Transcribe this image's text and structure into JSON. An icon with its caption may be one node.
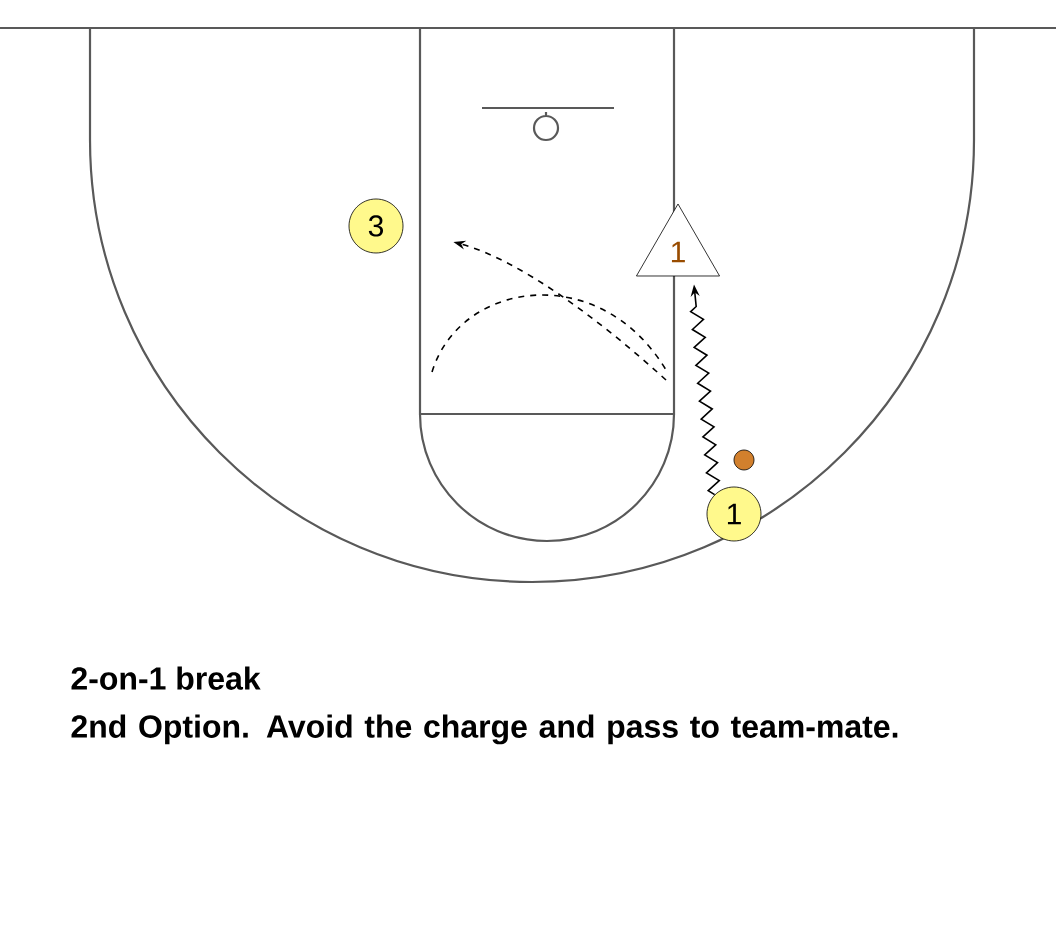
{
  "diagram": {
    "title": "2-on-1 break",
    "caption": "2nd Option.  Avoid the charge and pass to team-mate.",
    "nodes": [
      {
        "text": [
          "3"
        ]
      },
      {
        "text": [
          "1"
        ]
      },
      {
        "text": [
          "1"
        ]
      }
    ],
    "edges": [
      {
        "from": 2,
        "to": 1,
        "arrow": "to"
      },
      {
        "from": null,
        "to": 0,
        "arrow": "to",
        "style": "dashed"
      }
    ]
  }
}
